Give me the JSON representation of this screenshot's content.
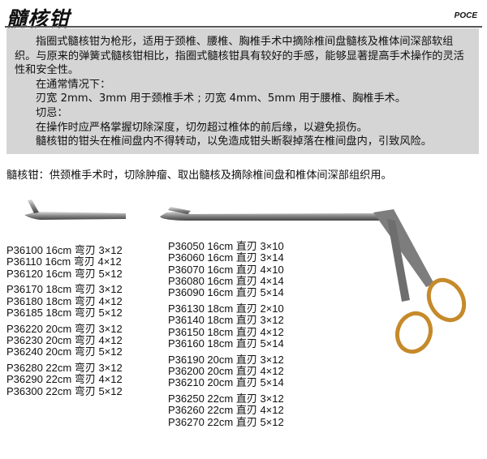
{
  "header": {
    "title": "髓核钳",
    "brand": "POCE"
  },
  "description": {
    "paragraph1": "指圈式髓核钳为枪形，适用于颈椎、腰椎、胸椎手术中摘除椎间盘髓核及椎体间深部软组织。与原来的弹簧式髓核钳相比，指圈式髓核钳具有较好的手感，能够显著提高手术操作的灵活性和安全性。",
    "usual_heading": "在通常情况下：",
    "usual_text": "刃宽 2mm、3mm 用于颈椎手术 ; 刃宽 4mm、5mm 用于腰椎、胸椎手术。",
    "caution_heading": "切忌：",
    "caution1": "在操作时应严格掌握切除深度，切勿超过椎体的前后缘，以避免损伤。",
    "caution2": "髓核钳的钳头在椎间盘内不得转动，以免造成钳头断裂掉落在椎间盘内，引致风险。"
  },
  "subtitle": "髓核钳：供颈椎手术时，切除肿瘤、取出髓核及摘除椎间盘和椎体间深部组织用。",
  "curved_groups": [
    [
      "P36100 16cm 弯刃 3×12",
      "P36110 16cm 弯刃 4×12",
      "P36120 16cm 弯刃 5×12"
    ],
    [
      "P36170 18cm 弯刃 3×12",
      "P36180 18cm 弯刃 4×12",
      "P36185 18cm 弯刃 5×12"
    ],
    [
      "P36220 20cm 弯刃 3×12",
      "P36230 20cm 弯刃 4×12",
      "P36240 20cm 弯刃 5×12"
    ],
    [
      "P36280 22cm 弯刃 3×12",
      "P36290 22cm 弯刃 4×12",
      "P36300 22cm 弯刃 5×12"
    ]
  ],
  "straight_groups": [
    [
      "P36050 16cm 直刃 3×10",
      "P36060 16cm 直刃 3×14",
      "P36070 16cm 直刃 4×10",
      "P36080 16cm 直刃 4×14",
      "P36090 16cm 直刃 5×14"
    ],
    [
      "P36130 18cm 直刃 2×10",
      "P36140 18cm 直刃 3×12",
      "P36150 18cm 直刃 4×12",
      "P36160 18cm 直刃 5×14"
    ],
    [
      "P36190 20cm 直刃 3×12",
      "P36200 20cm 直刃 4×12",
      "P36210 20cm 直刃 5×14"
    ],
    [
      "P36250 22cm 直刃 3×12",
      "P36260 22cm 直刃 4×12",
      "P36270 22cm 直刃 5×12"
    ]
  ]
}
